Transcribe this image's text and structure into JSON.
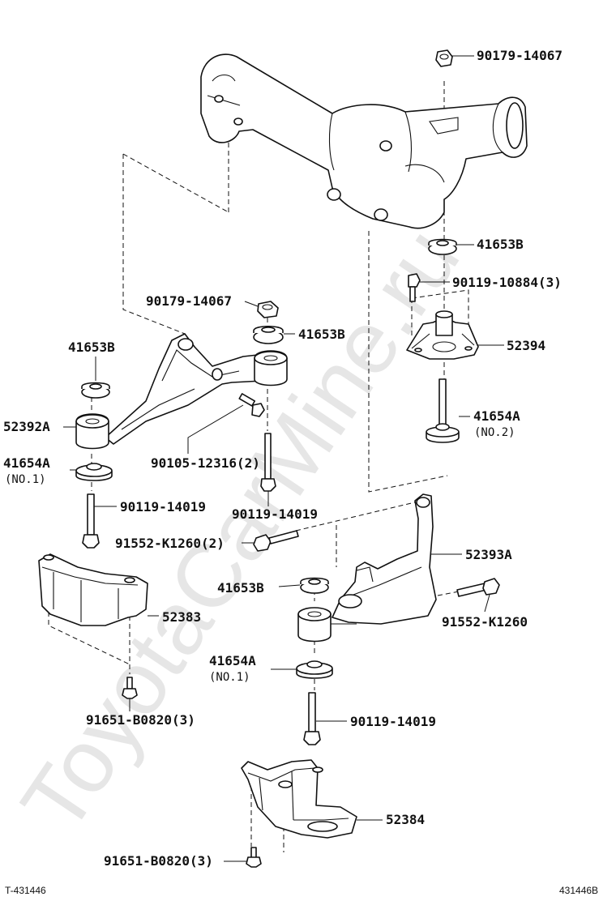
{
  "watermark": "ToyotaCarMine.ru",
  "footer": {
    "left_code": "T-431446",
    "right_code": "431446B"
  },
  "labels": {
    "nut_top": "90179-14067",
    "cushion_right_upper": "41653B",
    "bolt_right_upper": "90119-10884(3)",
    "mount_right": "52394",
    "cushion_right_lower": "41654A",
    "cushion_right_lower_note": "(NO.2)",
    "nut_left": "90179-14067",
    "cushion_left_mid": "41653B",
    "cushion_left_top": "41653B",
    "support_left": "52392A",
    "bolt_left_mid": "90105-12316(2)",
    "cushion_left_lower": "41654A",
    "cushion_left_lower_note": "(NO.1)",
    "bolt_left_lower": "90119-14019",
    "bolt_center": "90119-14019",
    "bolt_k1260_left": "91552-K1260(2)",
    "support_right_lower": "52393A",
    "cushion_center": "41653B",
    "bolt_k1260_right": "91552-K1260",
    "bracket_left": "52383",
    "cushion_center_lower": "41654A",
    "cushion_center_lower_note": "(NO.1)",
    "bolt_center_lower": "90119-14019",
    "bolt_b0820_upper": "91651-B0820(3)",
    "bracket_bottom": "52384",
    "bolt_b0820_lower": "91651-B0820(3)"
  }
}
